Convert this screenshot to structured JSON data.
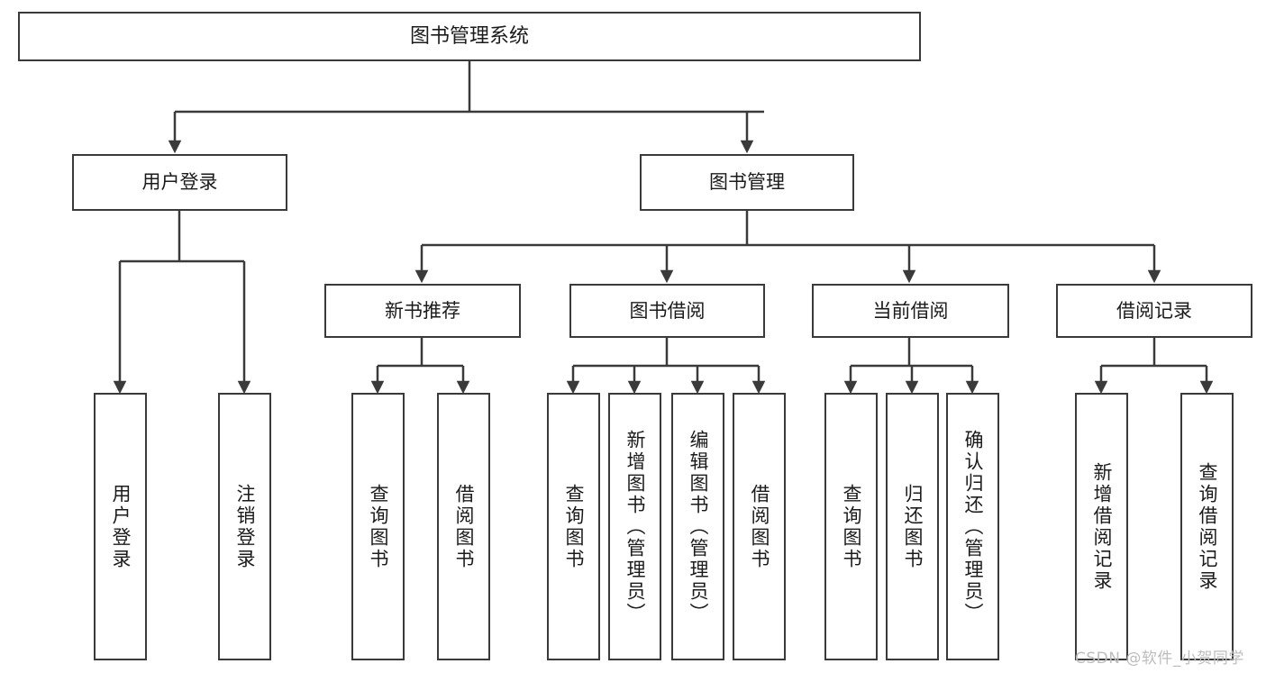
{
  "diagram": {
    "title": "图书管理系统",
    "type": "tree",
    "line_color": "#3a3a3a",
    "box_fill": "#ffffff",
    "text_color": "#1b1b1b",
    "watermark": "CSDN @软件_小贺同学",
    "watermark_color": "#bdbdbd"
  },
  "nodes": {
    "root": {
      "label": "图书管理系统"
    },
    "level1": [
      {
        "label": "用户登录"
      },
      {
        "label": "图书管理"
      }
    ],
    "level2": [
      {
        "label": "新书推荐"
      },
      {
        "label": "图书借阅"
      },
      {
        "label": "当前借阅"
      },
      {
        "label": "借阅记录"
      }
    ],
    "leaves": {
      "user_login": [
        {
          "label": "用户登录"
        },
        {
          "label": "注销登录"
        }
      ],
      "new_book": [
        {
          "label": "查询图书"
        },
        {
          "label": "借阅图书"
        }
      ],
      "book_borrow": [
        {
          "label": "查询图书"
        },
        {
          "label": "新增图书（管理员）"
        },
        {
          "label": "编辑图书（管理员）"
        },
        {
          "label": "借阅图书"
        }
      ],
      "current_borrow": [
        {
          "label": "查询图书"
        },
        {
          "label": "归还图书"
        },
        {
          "label": "确认归还（管理员）"
        }
      ],
      "borrow_record": [
        {
          "label": "新增借阅记录"
        },
        {
          "label": "查询借阅记录"
        }
      ]
    }
  }
}
